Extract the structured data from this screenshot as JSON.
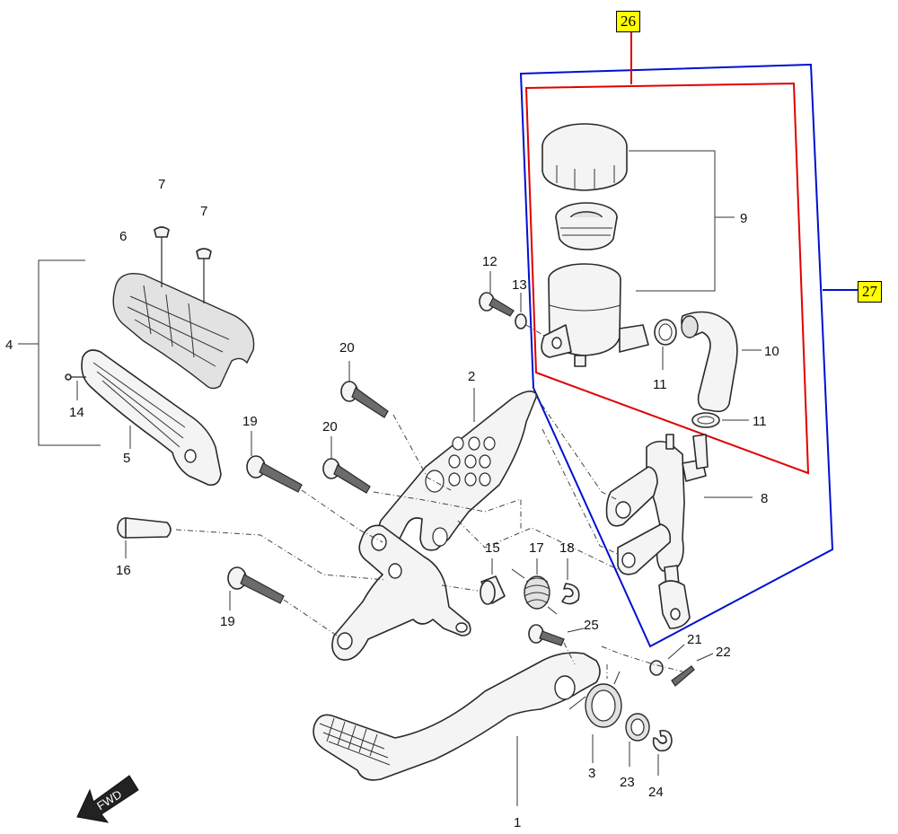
{
  "diagram": {
    "callouts": [
      "1",
      "2",
      "3",
      "4",
      "5",
      "6",
      "7",
      "7",
      "8",
      "9",
      "10",
      "11",
      "11",
      "12",
      "13",
      "14",
      "15",
      "16",
      "17",
      "18",
      "19",
      "19",
      "20",
      "20",
      "21",
      "22",
      "23",
      "24",
      "25"
    ],
    "assembly_tags": [
      {
        "label": "26",
        "color": "#e00000"
      },
      {
        "label": "27",
        "color": "#0010d0"
      }
    ],
    "direction_arrow": {
      "label": "FWD",
      "icon": "fwd-arrow-icon"
    }
  }
}
